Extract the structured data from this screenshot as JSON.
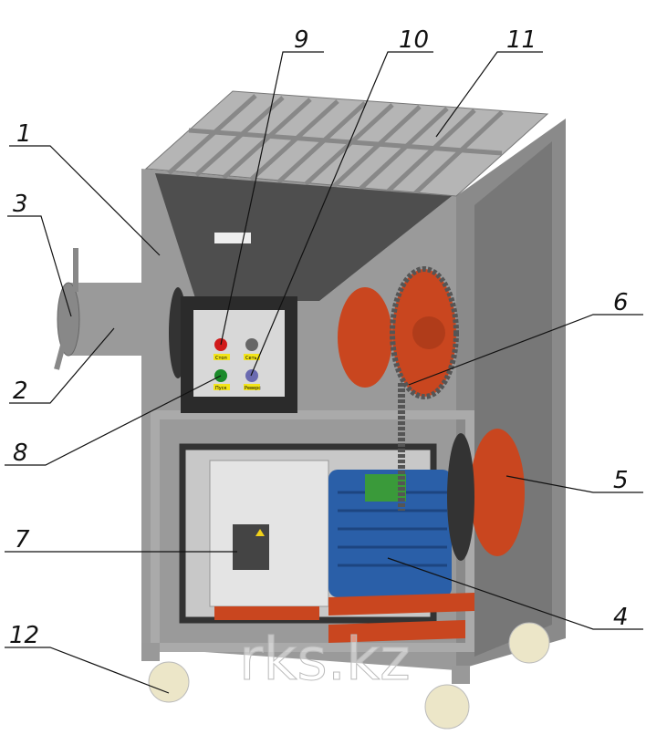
{
  "callouts": [
    "1",
    "2",
    "3",
    "4",
    "5",
    "6",
    "7",
    "8",
    "9",
    "10",
    "11",
    "12"
  ],
  "panel_labels": {
    "stop": "Стоп",
    "network": "Сеть",
    "start": "Пуск",
    "reverse": "Реверс"
  },
  "watermark": "rks.kz",
  "colors": {
    "frame": "#8e8e8e",
    "hopper": "#5a5a5a",
    "pulley": "#c9461f",
    "motor": "#2a5fa8",
    "wheel": "#ece6c8"
  }
}
